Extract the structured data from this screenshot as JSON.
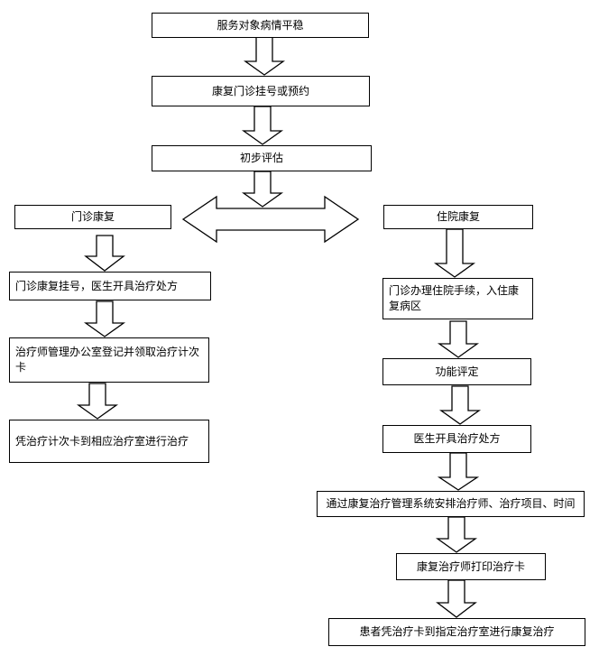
{
  "flow": {
    "top": {
      "step1": "服务对象病情平稳",
      "step2": "康复门诊挂号或预约",
      "step3": "初步评估"
    },
    "outpatient": {
      "title": "门诊康复",
      "step1": "门诊康复挂号，医生开具治疗处方",
      "step2": "治疗师管理办公室登记并领取治疗计次卡",
      "step3": "凭治疗计次卡到相应治疗室进行治疗"
    },
    "inpatient": {
      "title": "住院康复",
      "step1": "门诊办理住院手续，入住康复病区",
      "step2": "功能评定",
      "step3": "医生开具治疗处方",
      "step4": "通过康复治疗管理系统安排治疗师、治疗项目、时间",
      "step5": "康复治疗师打印治疗卡",
      "step6": "患者凭治疗卡到指定治疗室进行康复治疗"
    }
  }
}
